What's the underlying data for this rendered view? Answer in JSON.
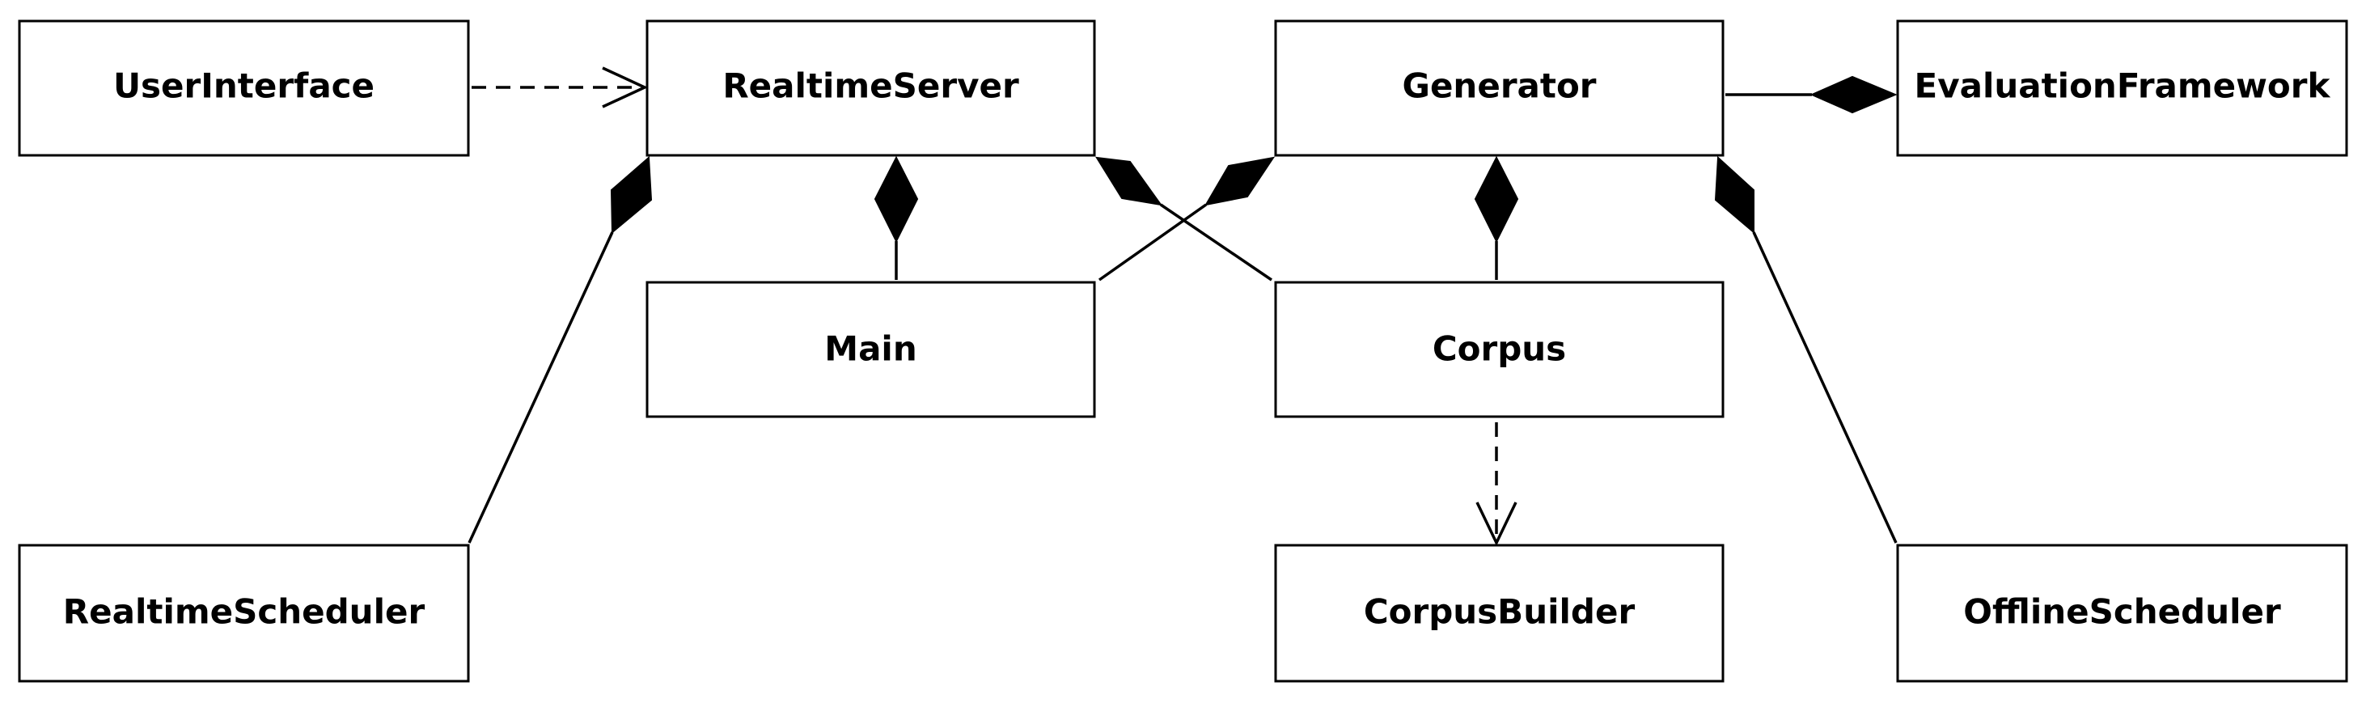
{
  "diagram": {
    "type": "uml-class-diagram",
    "classes": {
      "user_interface": "UserInterface",
      "realtime_server": "RealtimeServer",
      "generator": "Generator",
      "evaluation_framework": "EvaluationFramework",
      "main": "Main",
      "corpus": "Corpus",
      "realtime_scheduler": "RealtimeScheduler",
      "corpus_builder": "CorpusBuilder",
      "offline_scheduler": "OfflineScheduler"
    },
    "relationships": [
      {
        "from": "UserInterface",
        "to": "RealtimeServer",
        "kind": "dependency"
      },
      {
        "from": "Generator",
        "to": "EvaluationFramework",
        "kind": "composition"
      },
      {
        "from": "Main",
        "to": "RealtimeServer",
        "kind": "composition"
      },
      {
        "from": "Corpus",
        "to": "RealtimeServer",
        "kind": "composition"
      },
      {
        "from": "Main",
        "to": "Generator",
        "kind": "composition"
      },
      {
        "from": "Corpus",
        "to": "Generator",
        "kind": "composition"
      },
      {
        "from": "RealtimeScheduler",
        "to": "RealtimeServer",
        "kind": "composition"
      },
      {
        "from": "OfflineScheduler",
        "to": "Generator",
        "kind": "composition"
      },
      {
        "from": "Corpus",
        "to": "CorpusBuilder",
        "kind": "dependency"
      }
    ]
  }
}
